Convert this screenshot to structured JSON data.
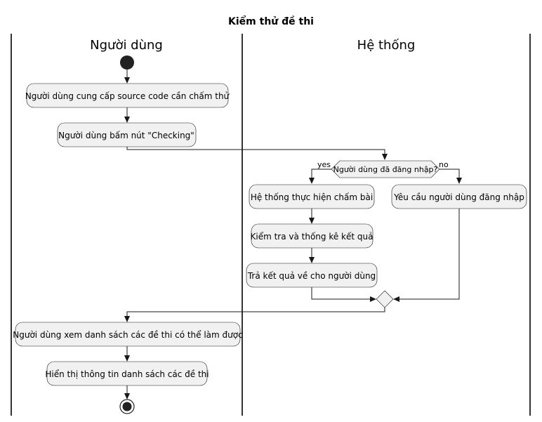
{
  "title": "Kiểm thử đề thi",
  "lanes": {
    "user": "Người dùng",
    "system": "Hệ thống"
  },
  "activities": {
    "provide_source": "Người dùng cung cấp source code cần chấm thử",
    "press_checking": "Người dùng bấm nút \"Checking\"",
    "system_grade": "Hệ thống thực hiện chấm bài",
    "check_stats": "Kiểm tra và thống kê kết quả",
    "return_result": "Trả kết quả về cho người dùng",
    "require_login": "Yêu cầu người dùng đăng nhập",
    "view_list": "Người dùng xem danh sách các đề thi có thể làm được",
    "show_list": "Hiển thị thông tin danh sách các đề thi"
  },
  "decision": {
    "question": "Người dùng đã đăng nhập?",
    "yes_label": "yes",
    "no_label": "no"
  },
  "colors": {
    "activity_fill": "#f1f1f1",
    "line": "#181818",
    "start_node": "#222222"
  }
}
